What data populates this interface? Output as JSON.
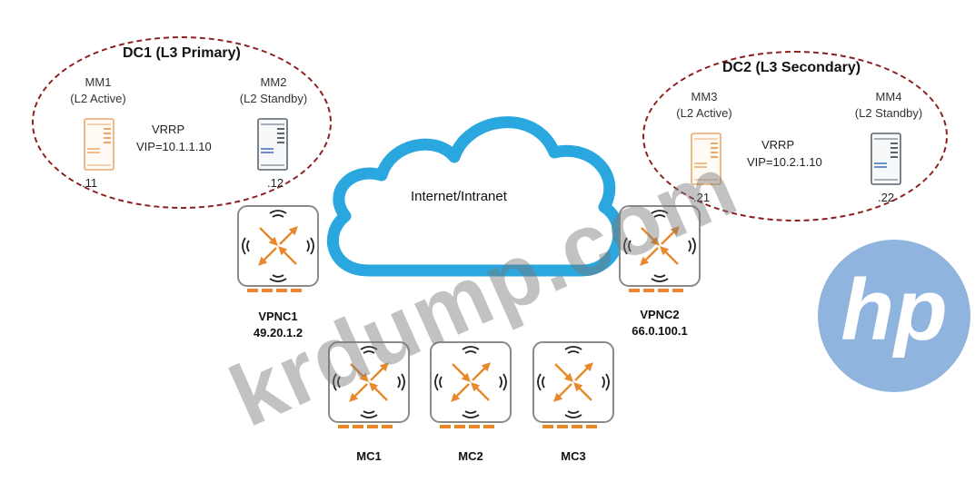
{
  "dc1": {
    "title": "DC1 (L3 Primary)",
    "mm1": {
      "name": "MM1",
      "role": "(L2 Active)",
      "ip": ".11"
    },
    "mm2": {
      "name": "MM2",
      "role": "(L2 Standby)",
      "ip": ".12"
    },
    "vrrp": {
      "label": "VRRP",
      "vip": "VIP=10.1.1.10"
    }
  },
  "dc2": {
    "title": "DC2 (L3 Secondary)",
    "mm3": {
      "name": "MM3",
      "role": "(L2 Active)",
      "ip": ".21"
    },
    "mm4": {
      "name": "MM4",
      "role": "(L2 Standby)",
      "ip": ".22"
    },
    "vrrp": {
      "label": "VRRP",
      "vip": "VIP=10.2.1.10"
    }
  },
  "cloud": {
    "label": "Internet/Intranet"
  },
  "vpnc1": {
    "name": "VPNC1",
    "ip": "49.20.1.2"
  },
  "vpnc2": {
    "name": "VPNC2",
    "ip": "66.0.100.1"
  },
  "mcs": [
    {
      "name": "MC1"
    },
    {
      "name": "MC2"
    },
    {
      "name": "MC3"
    }
  ],
  "logo": {
    "text": "hp"
  },
  "watermark": {
    "text": "krdump.com"
  },
  "colors": {
    "dashed_border": "#8b1f1f",
    "cloud_stroke": "#2aa7df",
    "device_orange": "#e8892b",
    "server_orange": "#e9a86b",
    "server_gray": "#5a6470",
    "hp_blue": "#8fb4de"
  }
}
